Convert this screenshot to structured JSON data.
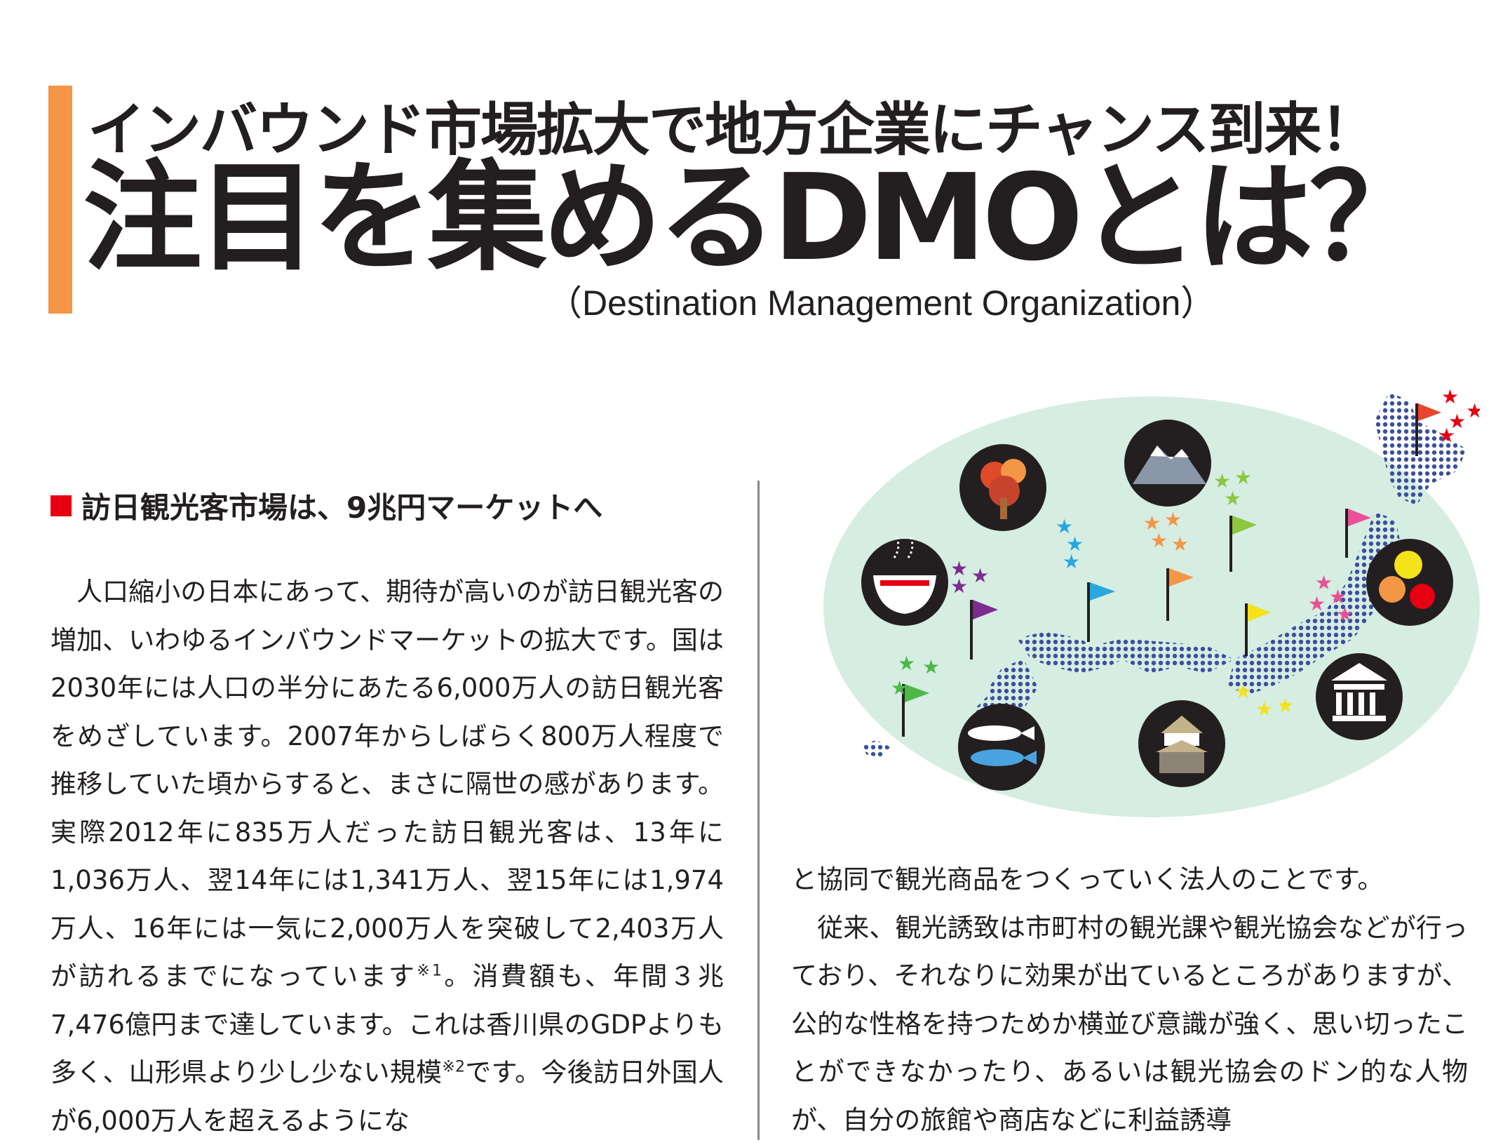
{
  "header": {
    "subtitle": "インバウンド市場拡大で地方企業にチャンス到来！",
    "title": "注目を集めるDMOとは？",
    "title_en": "（Destination Management Organization）"
  },
  "section": {
    "heading": "訪日観光客市場は、9兆円マーケットへ"
  },
  "body_left": {
    "p1_a": "　人口縮小の日本にあって、期待が高いのが訪日観光客の増加、いわゆるインバウンドマーケットの拡大です。国は2030年には人口の半分にあたる6,000万人の訪日観光客をめざしています。2007年からしばらく800万人程度で推移していた頃からすると、まさに隔世の感があります。実際2012年に835万人だった訪日観光客は、13年に1,036万人、翌14年には1,341万人、翌15年には1,974万人、16年には一気に2,000万人を突破して2,403万人が訪れるまでになっています",
    "note1": "※1",
    "p1_b": "。消費額も、年間３兆7,476億円まで達しています。これは香川県のGDPよりも多く、山形県より少し少ない規模",
    "note2": "※2",
    "p1_c": "です。今後訪日外国人が6,000万人を超えるようにな"
  },
  "body_right": {
    "line1": "と協同で観光商品をつくっていく法人のことです。",
    "p2": "　従来、観光誘致は市町村の観光課や観光協会などが行っており、それなりに効果が出ているところがありますが、公的な性格を持つためか横並び意識が強く、思い切ったことができなかったり、あるいは観光協会のドン的な人物が、自分の旅館や商店などに利益誘導"
  },
  "illustration": {
    "colors": {
      "background_oval": "#d6ede2",
      "map_dots": "#3b4fa0",
      "circle": "#231f20"
    },
    "icons": [
      "autumn-tree-icon",
      "mountain-icon",
      "ramen-bowl-icon",
      "fruit-icon",
      "fish-icon",
      "castle-icon",
      "museum-icon"
    ],
    "flags": [
      "red",
      "pink",
      "green",
      "orange",
      "cyan",
      "purple",
      "yellow",
      "green"
    ]
  }
}
